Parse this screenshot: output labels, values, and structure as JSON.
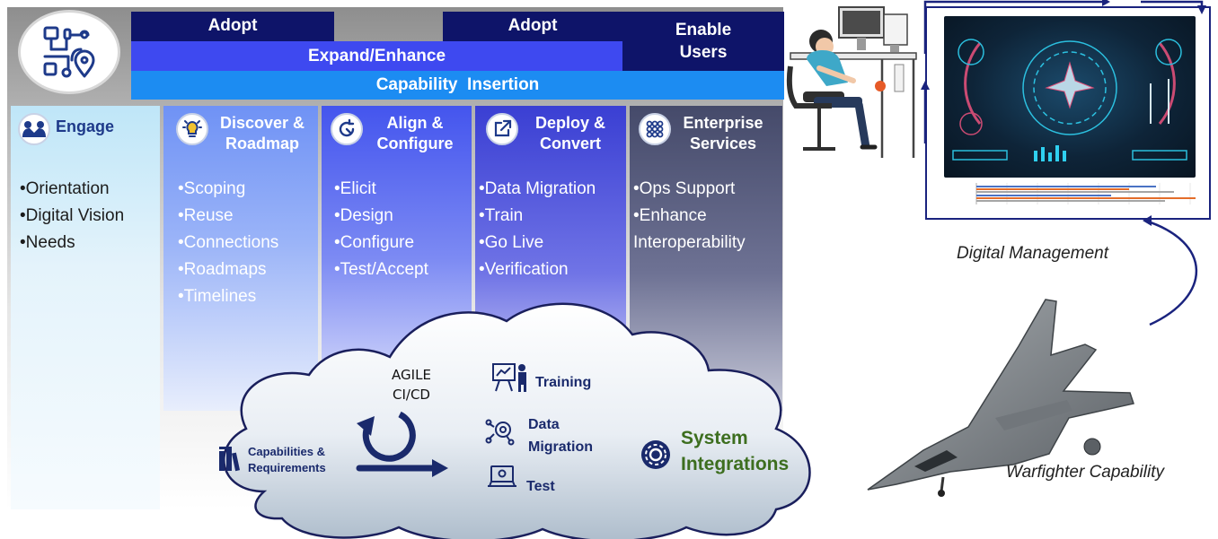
{
  "banners": {
    "adopt_left": "Adopt",
    "adopt_right": "Adopt",
    "enable_users": "Enable Users",
    "expand_enhance": "Expand/Enhance",
    "capability_insertion": "Capability  Insertion"
  },
  "columns": [
    {
      "title": "Engage",
      "icon": "handshake-icon",
      "items": [
        "Orientation",
        "Digital Vision",
        "Needs"
      ]
    },
    {
      "title": "Discover & Roadmap",
      "icon": "lightbulb-icon",
      "items": [
        "Scoping",
        "Reuse",
        "Connections",
        "Roadmaps",
        "Timelines"
      ]
    },
    {
      "title": "Align & Configure",
      "icon": "refresh-icon",
      "items": [
        "Elicit",
        "Design",
        "Configure",
        "Test/Accept"
      ]
    },
    {
      "title": "Deploy & Convert",
      "icon": "export-icon",
      "items": [
        "Data Migration",
        "Train",
        "Go Live",
        "Verification"
      ]
    },
    {
      "title": "Enterprise Services",
      "icon": "grid-icon",
      "items": [
        "Ops Support",
        "Enhance Interoperability"
      ]
    }
  ],
  "cloud": {
    "agile_line1": "AGILE",
    "agile_line2": "CI/CD",
    "capabilities": "Capabilities & Requirements",
    "training": "Training",
    "data_migration": "Data Migration",
    "test": "Test",
    "system_integrations": "System Integrations"
  },
  "captions": {
    "digital_management": "Digital Management",
    "warfighter_capability": "Warfighter Capability"
  },
  "colors": {
    "navy": "#0e1469",
    "royal": "#3e49f0",
    "sky": "#1c8cf2",
    "green": "#3d6e1f"
  }
}
